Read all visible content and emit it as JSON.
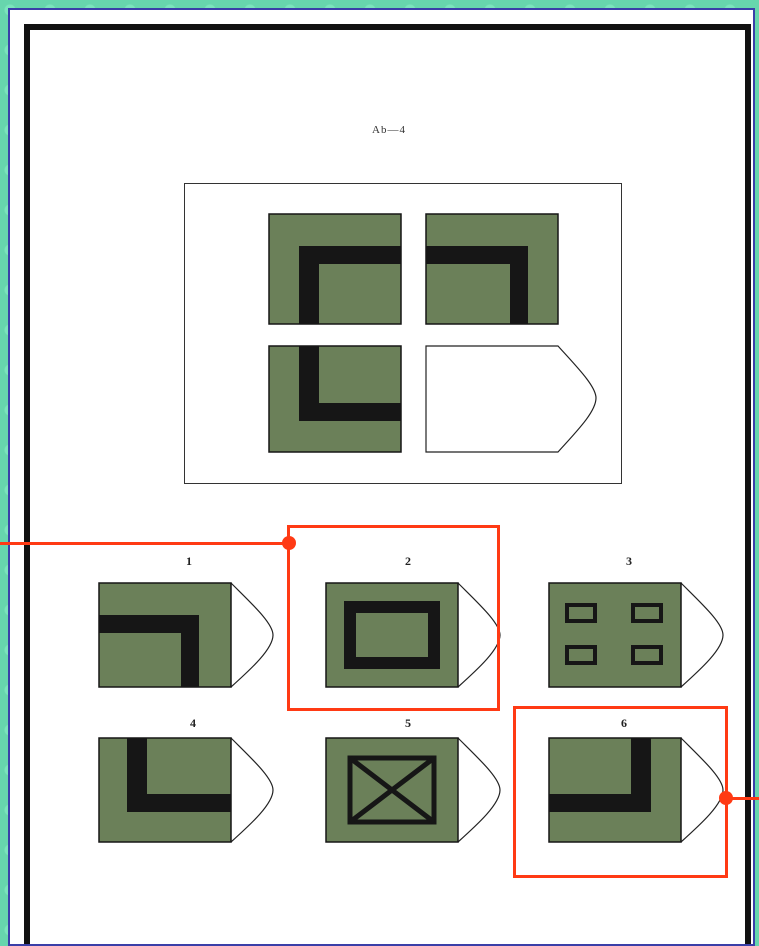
{
  "test": {
    "title": "Ab—4"
  },
  "matrix": {
    "cells": [
      {
        "pattern": "corner-top-left-L"
      },
      {
        "pattern": "corner-top-right-L"
      },
      {
        "pattern": "corner-bottom-left-L"
      },
      {
        "pattern": "missing"
      }
    ]
  },
  "options": [
    {
      "number": "1",
      "pattern": "corner-top-right-L"
    },
    {
      "number": "2",
      "pattern": "rectangle-frame"
    },
    {
      "number": "3",
      "pattern": "four-small-rectangles"
    },
    {
      "number": "4",
      "pattern": "corner-bottom-left-L"
    },
    {
      "number": "5",
      "pattern": "boxed-x"
    },
    {
      "number": "6",
      "pattern": "corner-bottom-right-L"
    }
  ],
  "highlighted_options": [
    "2",
    "6"
  ],
  "colors": {
    "tile_fill": "#6b8059",
    "stroke": "#161616",
    "highlight": "#ff3a14",
    "outer_border": "#3a3fa8"
  }
}
